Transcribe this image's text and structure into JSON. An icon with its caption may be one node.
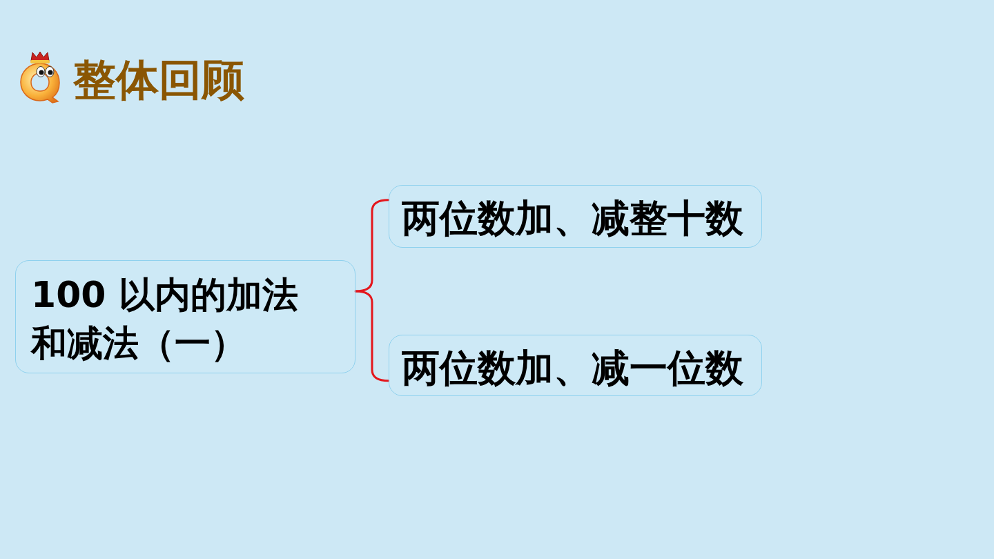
{
  "diagram": {
    "title": "整体回顾",
    "nodes": [
      {
        "text": [
          "100 以内的加法和减法（一）"
        ]
      },
      {
        "text": [
          "两位数加、减整十数"
        ]
      },
      {
        "text": [
          "两位数加、减一位数"
        ]
      }
    ],
    "edges": [
      {
        "from": 0,
        "to": 1,
        "arrow": "none"
      },
      {
        "from": 0,
        "to": 2,
        "arrow": "none"
      }
    ]
  }
}
